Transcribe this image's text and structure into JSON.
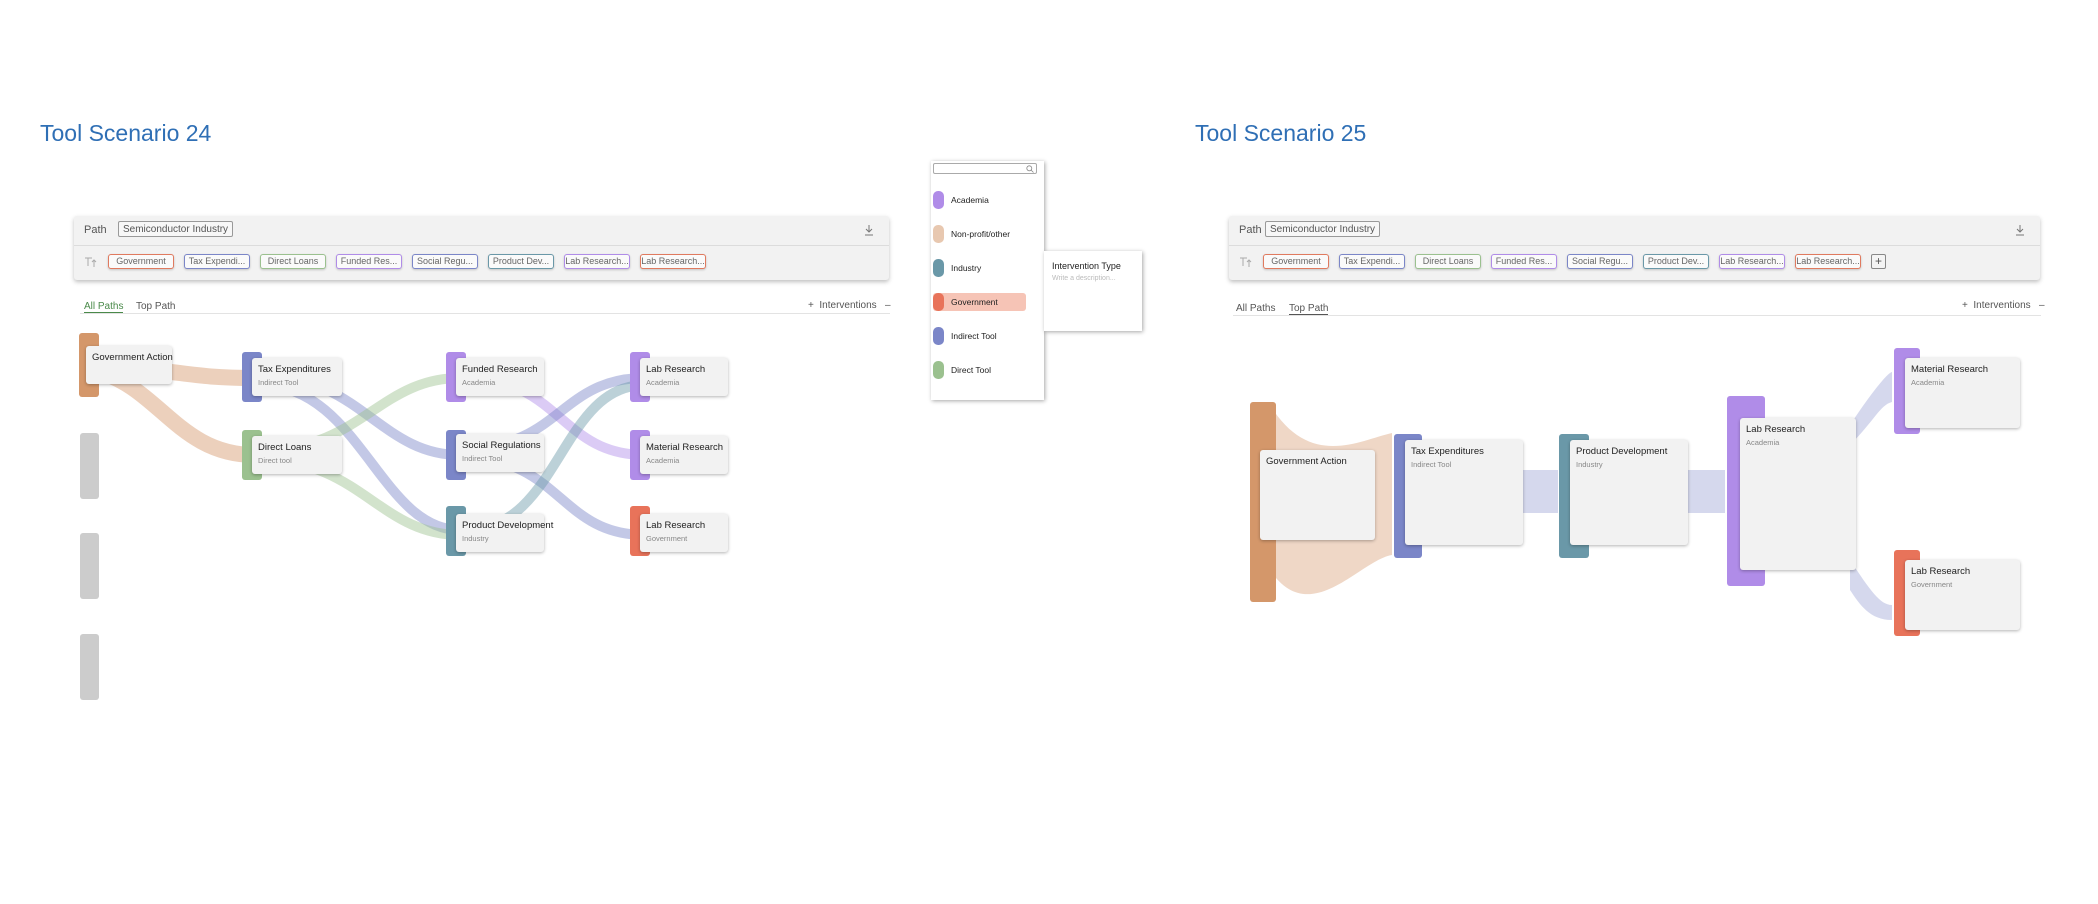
{
  "scenarios": [
    {
      "title": "Tool Scenario 24",
      "path_label": "Path",
      "path_value": "Semiconductor Industry",
      "chips": [
        {
          "label": "Government",
          "color": "#e07a5f"
        },
        {
          "label": "Tax Expendi...",
          "color": "#7b86c8"
        },
        {
          "label": "Direct Loans",
          "color": "#9bc18f"
        },
        {
          "label": "Funded Res...",
          "color": "#b08ce8"
        },
        {
          "label": "Social Regu...",
          "color": "#7b86c8"
        },
        {
          "label": "Product Dev...",
          "color": "#6a98a8"
        },
        {
          "label": "Lab Research...",
          "color": "#b08ce8"
        },
        {
          "label": "Lab Research...",
          "color": "#e07a5f"
        }
      ],
      "tabs": [
        "All Paths",
        "Top Path"
      ],
      "active_tab": "All Paths",
      "interventions_label": "Interventions",
      "nodes": [
        {
          "title": "Government Action",
          "subtitle": "",
          "color": "#d4976a"
        },
        {
          "title": "Tax Expenditures",
          "subtitle": "Indirect Tool",
          "color": "#7b86c8"
        },
        {
          "title": "Direct Loans",
          "subtitle": "Direct tool",
          "color": "#9bc18f"
        },
        {
          "title": "Funded Research",
          "subtitle": "Academia",
          "color": "#b08ce8"
        },
        {
          "title": "Social Regulations",
          "subtitle": "Indirect Tool",
          "color": "#7b86c8"
        },
        {
          "title": "Product Development",
          "subtitle": "Industry",
          "color": "#6a98a8"
        },
        {
          "title": "Lab Research",
          "subtitle": "Academia",
          "color": "#b08ce8"
        },
        {
          "title": "Material Research",
          "subtitle": "Academia",
          "color": "#b08ce8"
        },
        {
          "title": "Lab Research",
          "subtitle": "Government",
          "color": "#e8735a"
        }
      ]
    },
    {
      "title": "Tool Scenario 25",
      "path_label": "Path",
      "path_value": "Semiconductor Industry",
      "chips": [
        {
          "label": "Government",
          "color": "#e07a5f"
        },
        {
          "label": "Tax Expendi...",
          "color": "#7b86c8"
        },
        {
          "label": "Direct Loans",
          "color": "#9bc18f"
        },
        {
          "label": "Funded Res...",
          "color": "#b08ce8"
        },
        {
          "label": "Social Regu...",
          "color": "#7b86c8"
        },
        {
          "label": "Product Dev...",
          "color": "#6a98a8"
        },
        {
          "label": "Lab Research...",
          "color": "#b08ce8"
        },
        {
          "label": "Lab Research...",
          "color": "#e07a5f"
        }
      ],
      "add_chip_label": "+",
      "tabs": [
        "All Paths",
        "Top Path"
      ],
      "active_tab": "Top Path",
      "interventions_label": "Interventions",
      "nodes": [
        {
          "title": "Government Action",
          "subtitle": "",
          "color": "#d4976a"
        },
        {
          "title": "Tax Expenditures",
          "subtitle": "Indirect Tool",
          "color": "#7b86c8"
        },
        {
          "title": "Product Development",
          "subtitle": "Industry",
          "color": "#6a98a8"
        },
        {
          "title": "Lab Research",
          "subtitle": "Academia",
          "color": "#b08ce8"
        },
        {
          "title": "Material Research",
          "subtitle": "Academia",
          "color": "#b08ce8"
        },
        {
          "title": "Lab Research",
          "subtitle": "Government",
          "color": "#e8735a"
        }
      ]
    }
  ],
  "dropdown": {
    "items": [
      {
        "label": "Academia",
        "color": "#b08ce8"
      },
      {
        "label": "Non-profit/other",
        "color": "#e8c8b0"
      },
      {
        "label": "Industry",
        "color": "#6a98a8"
      },
      {
        "label": "Government",
        "color": "#e8735a",
        "selected": true
      },
      {
        "label": "Indirect Tool",
        "color": "#7b86c8"
      },
      {
        "label": "Direct Tool",
        "color": "#9bc18f"
      }
    ]
  },
  "intervention_popup": {
    "title": "Intervention Type",
    "placeholder": "Write a description..."
  }
}
